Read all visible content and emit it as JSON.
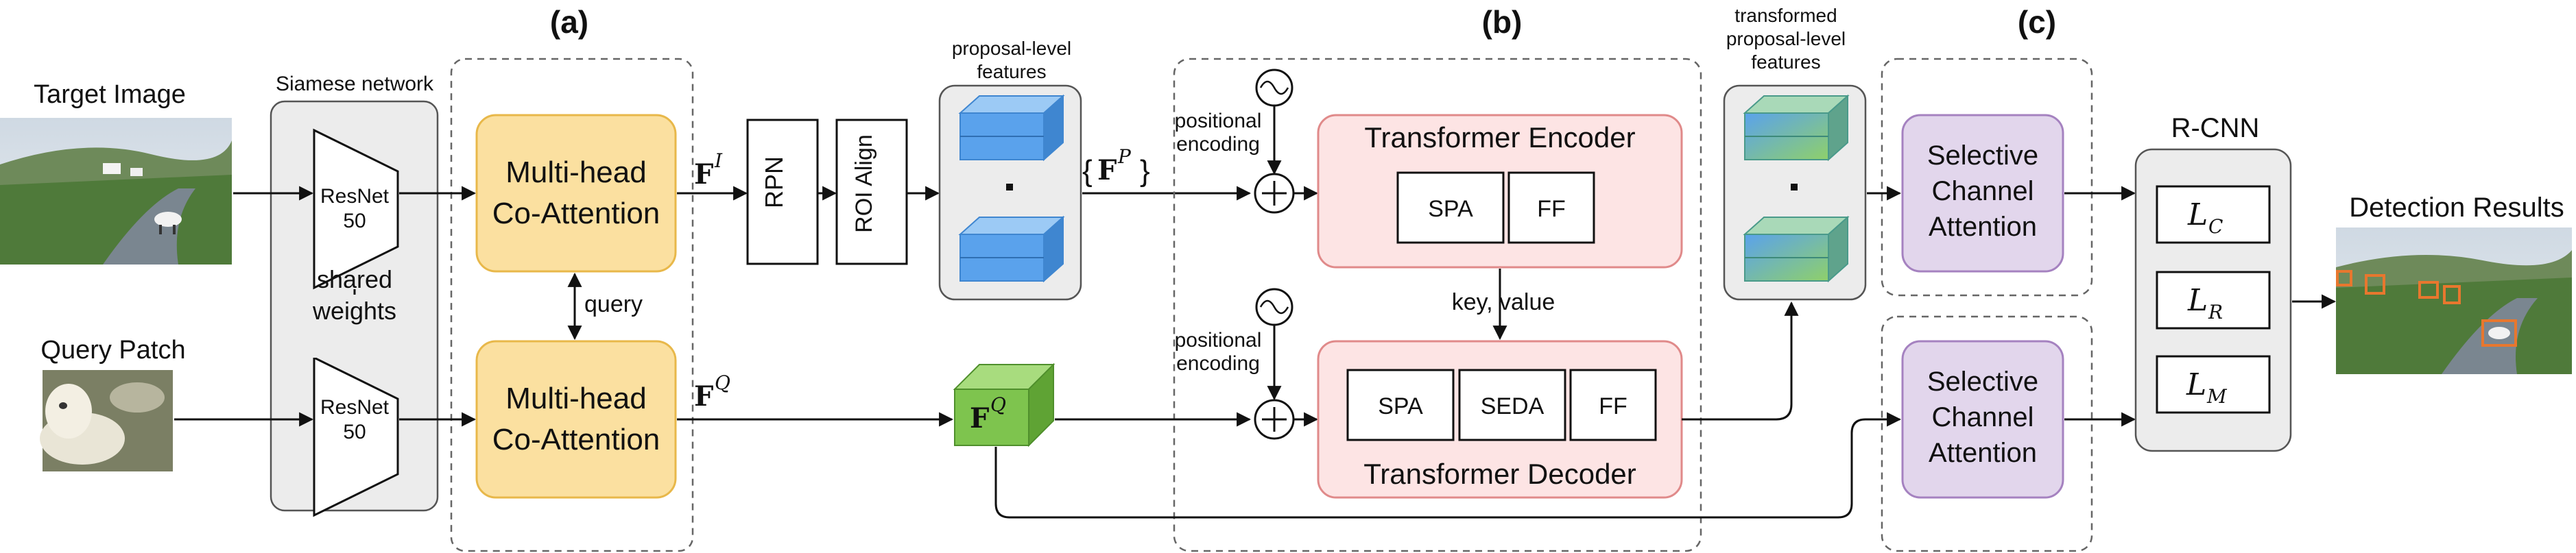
{
  "sections": {
    "a": "(a)",
    "b": "(b)",
    "c": "(c)"
  },
  "inputs": {
    "target_image": "Target Image",
    "query_patch": "Query Patch"
  },
  "siamese": {
    "title": "Siamese network",
    "resnet_top": [
      "ResNet",
      "50"
    ],
    "resnet_bottom": [
      "ResNet",
      "50"
    ],
    "shared": [
      "shared",
      "weights"
    ]
  },
  "coattention": {
    "top": [
      "Multi-head",
      "Co-Attention"
    ],
    "bottom": [
      "Multi-head",
      "Co-Attention"
    ],
    "query": "query"
  },
  "features": {
    "fi_base": "F",
    "fi_sup": "I",
    "fq_base": "F",
    "fq_sup": "Q",
    "fp_base": "F",
    "fp_sup": "P",
    "fq_cube_base": "F",
    "fq_cube_sup": "Q"
  },
  "rpn": "RPN",
  "roi": "ROI Align",
  "proposal": [
    "proposal-level",
    "features"
  ],
  "transformer": {
    "pos_top": [
      "positional",
      "encoding"
    ],
    "pos_bottom": [
      "positional",
      "encoding"
    ],
    "encoder_title": "Transformer Encoder",
    "encoder_blocks": [
      "SPA",
      "FF"
    ],
    "decoder_title": "Transformer Decoder",
    "decoder_blocks": [
      "SPA",
      "SEDA",
      "FF"
    ],
    "key_value": "key, value"
  },
  "transformed": [
    "transformed",
    "proposal-level",
    "features"
  ],
  "sca": {
    "top": [
      "Selective",
      "Channel",
      "Attention"
    ],
    "bottom": [
      "Selective",
      "Channel",
      "Attention"
    ]
  },
  "rcnn": {
    "title": "R-CNN",
    "losses": [
      {
        "base": "L",
        "sub": "C"
      },
      {
        "base": "L",
        "sub": "R"
      },
      {
        "base": "L",
        "sub": "M"
      }
    ]
  },
  "results": "Detection Results",
  "colors": {
    "coattention": "#fbe0a0",
    "coattention_border": "#e8b84a",
    "transformer": "#fde4e4",
    "transformer_border": "#e08a8a",
    "sca": "#e2d6ec",
    "sca_border": "#a582c0",
    "cube_blue": "#5aa2ec",
    "cube_green": "#7ec44e",
    "panel": "#ececec"
  }
}
